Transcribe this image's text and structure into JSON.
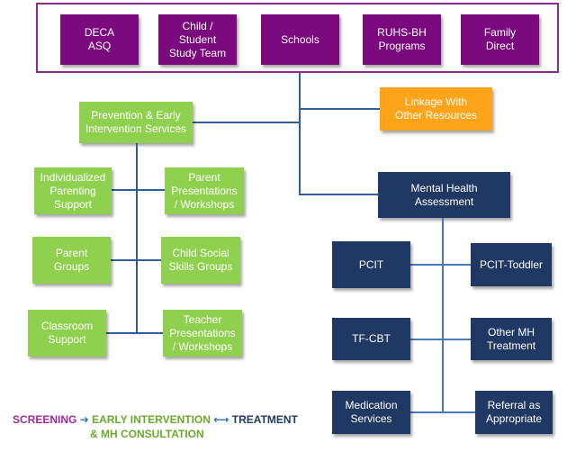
{
  "screening_row": [
    {
      "id": "deca",
      "label": "DECA\nASQ"
    },
    {
      "id": "child-study-team",
      "label": "Child /\nStudent\nStudy Team"
    },
    {
      "id": "schools",
      "label": "Schools"
    },
    {
      "id": "ruhs-bh",
      "label": "RUHS-BH\nPrograms"
    },
    {
      "id": "family-direct",
      "label": "Family\nDirect"
    }
  ],
  "linkage": {
    "label": "Linkage With\nOther Resources"
  },
  "prevention": {
    "header": "Prevention & Early\nIntervention Services",
    "items": [
      {
        "id": "individualized-parenting",
        "label": "Individualized\nParenting\nSupport"
      },
      {
        "id": "parent-presentations",
        "label": "Parent\nPresentations\n/ Workshops"
      },
      {
        "id": "parent-groups",
        "label": "Parent\nGroups"
      },
      {
        "id": "child-social-skills",
        "label": "Child Social\nSkills Groups"
      },
      {
        "id": "classroom-support",
        "label": "Classroom\nSupport"
      },
      {
        "id": "teacher-presentations",
        "label": "Teacher\nPresentations\n/ Workshops"
      }
    ]
  },
  "mental_health": {
    "header": "Mental Health\nAssessment",
    "items": [
      {
        "id": "pcit",
        "label": "PCIT"
      },
      {
        "id": "pcit-toddler",
        "label": "PCIT-Toddler"
      },
      {
        "id": "tf-cbt",
        "label": "TF-CBT"
      },
      {
        "id": "other-mh",
        "label": "Other MH\nTreatment"
      },
      {
        "id": "medication",
        "label": "Medication\nServices"
      },
      {
        "id": "referral",
        "label": "Referral as\nAppropriate"
      }
    ]
  },
  "legend": {
    "screening": "SCREENING",
    "arrow1": "➔",
    "early_intervention": "EARLY INTERVENTION",
    "arrow2": "⟷",
    "treatment": "TREATMENT",
    "mh_consultation": "& MH CONSULTATION",
    "colors": {
      "screening": "#9b2a9b",
      "early": "#6aaa2a",
      "arrow": "#2e75b6",
      "treatment": "#1f3864"
    }
  }
}
